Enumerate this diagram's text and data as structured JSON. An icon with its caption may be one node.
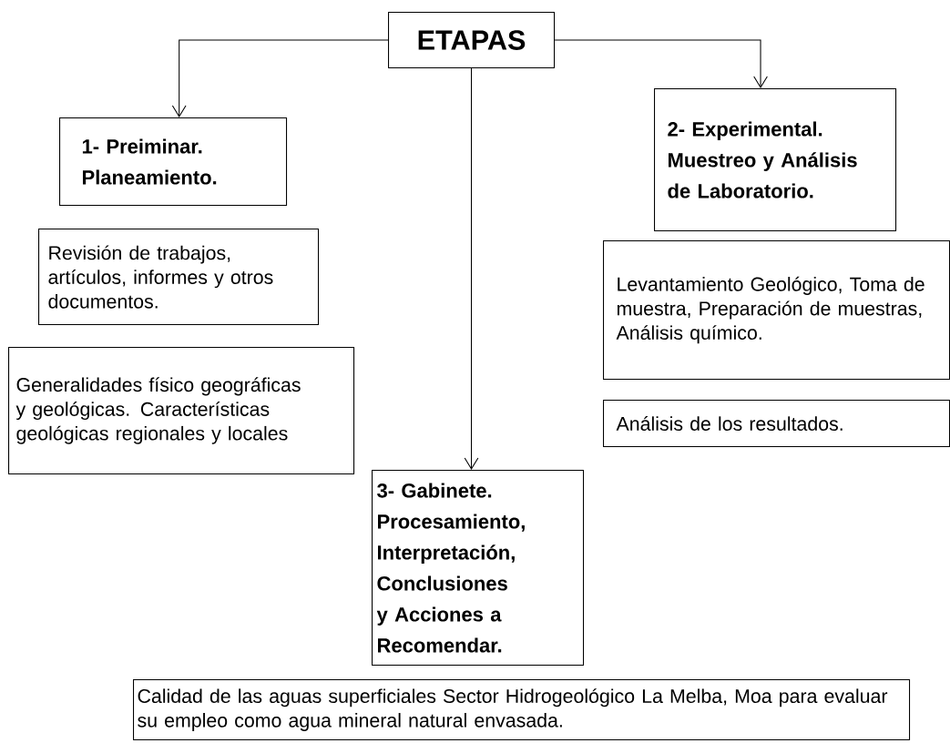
{
  "diagram": {
    "nodes": [
      {
        "text": [
          "ETAPAS"
        ]
      },
      {
        "text": [
          "1- Preiminar. Planeamiento."
        ]
      },
      {
        "text": [
          "Revisión de trabajos, artículos, informes y otros documentos."
        ]
      },
      {
        "text": [
          "Generalidades físico geográficas y geológicas. Características geológicas regionales y locales"
        ]
      },
      {
        "text": [
          "2- Experimental. Muestreo y Análisis de Laboratorio."
        ]
      },
      {
        "text": [
          "Levantamiento Geológico, Toma de muestra, Preparación de muestras, Análisis químico."
        ]
      },
      {
        "text": [
          "Análisis de los resultados."
        ]
      },
      {
        "text": [
          "3- Gabinete. Procesamiento, Interpretación, Conclusiones y Acciones a Recomendar."
        ]
      },
      {
        "text": [
          "Calidad de las aguas superficiales Sector Hidrogeológico La Melba, Moa para evaluar su empleo como agua mineral natural envasada."
        ]
      }
    ],
    "edges": [
      {
        "from": 0,
        "to": 1,
        "arrow": "to"
      },
      {
        "from": 0,
        "to": 4,
        "arrow": "to"
      },
      {
        "from": 0,
        "to": 7,
        "arrow": "to"
      }
    ]
  }
}
